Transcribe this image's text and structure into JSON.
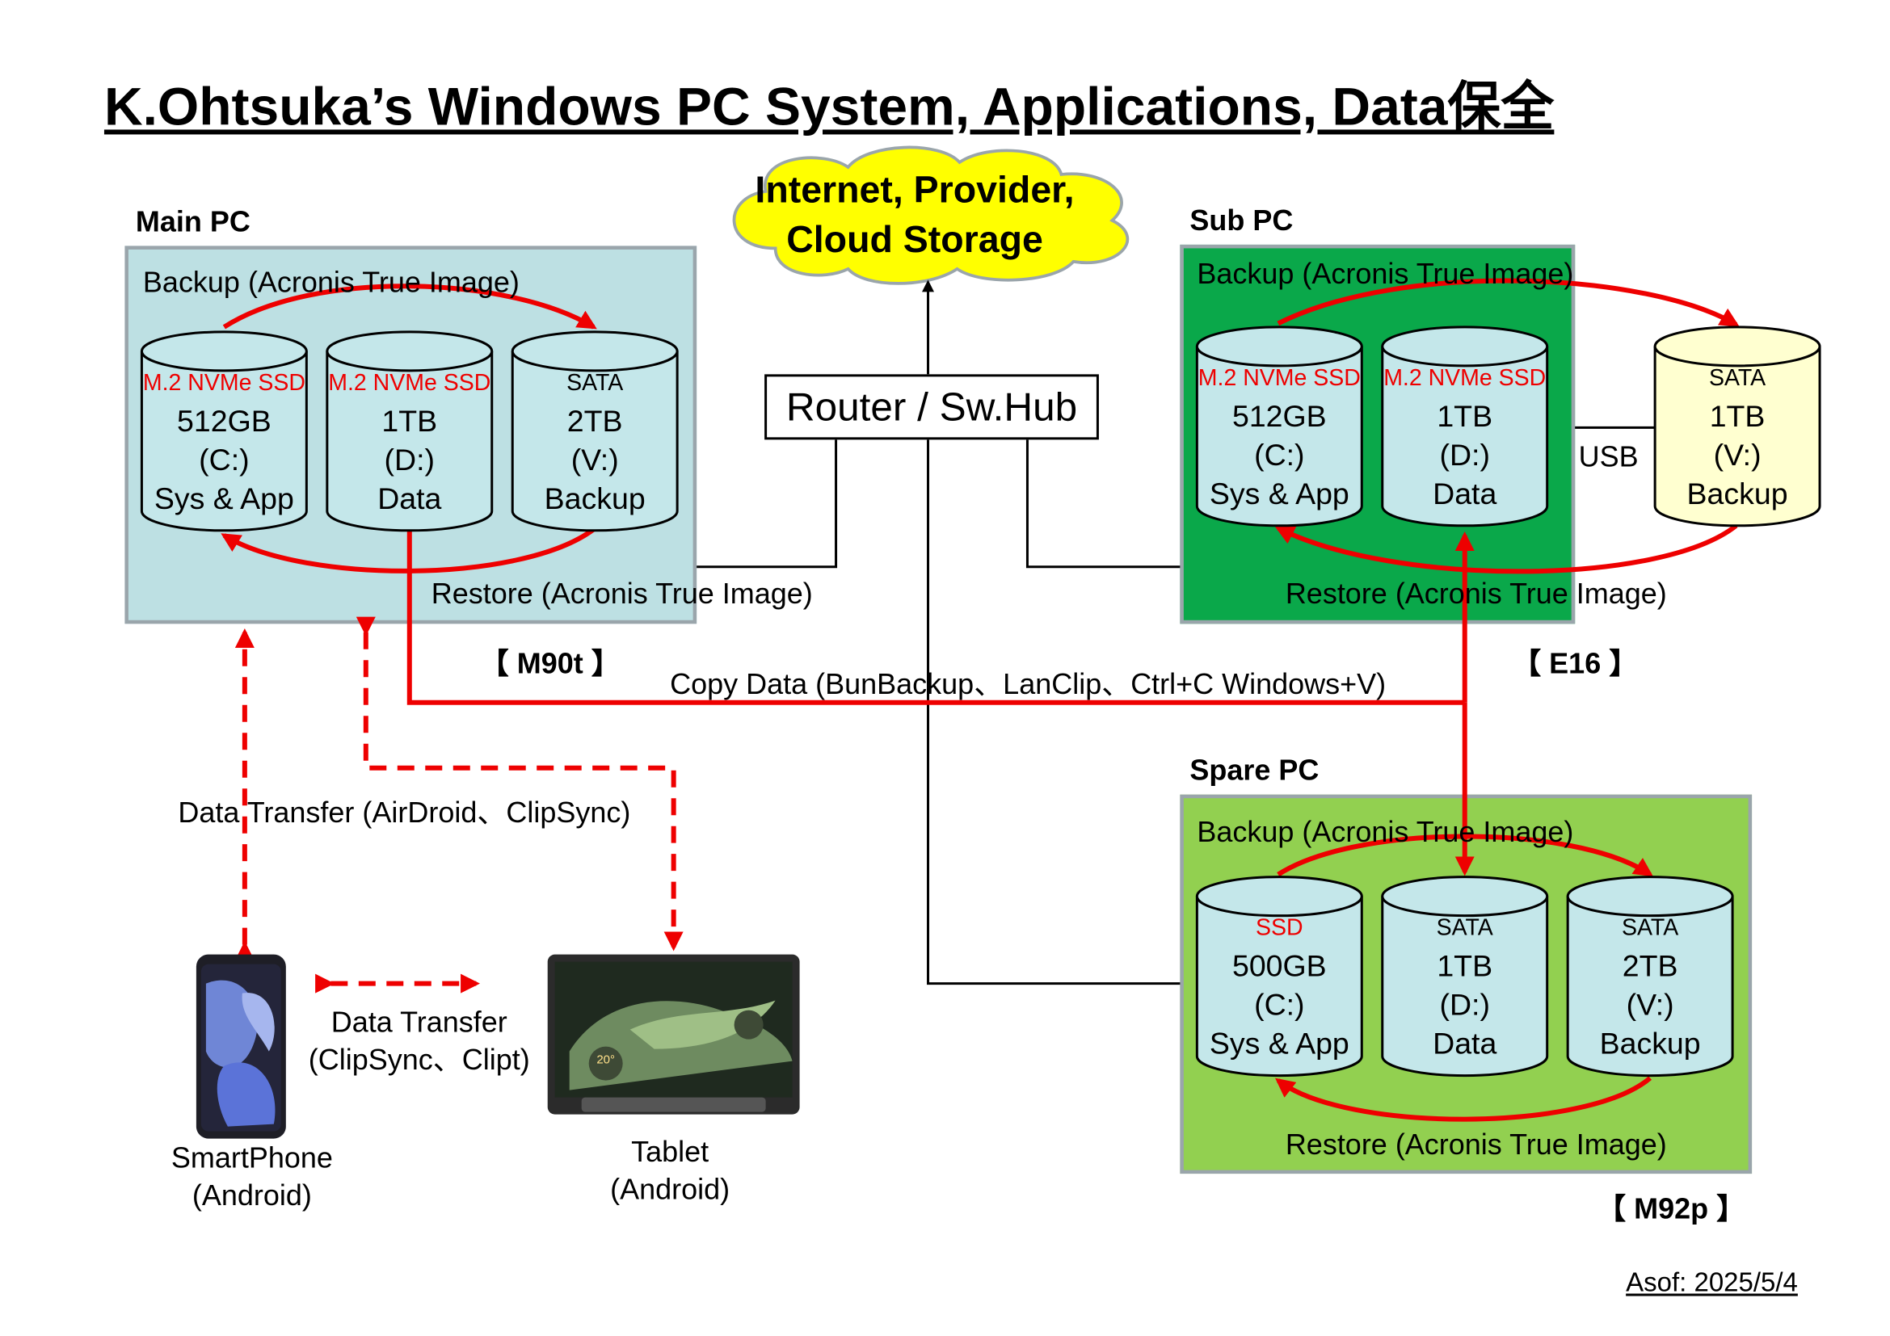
{
  "title": "K.Ohtsuka’s Windows PC System, Applications, Data保全",
  "cloud": {
    "line1": "Internet, Provider,",
    "line2": "Cloud Storage"
  },
  "router": "Router / Sw.Hub",
  "colors": {
    "arrow": "#ee0000",
    "main_box": "#bde0e3",
    "sub_box": "#0aa84a",
    "spare_box": "#92d050",
    "cloud": "#ffff00",
    "drive_blue": "#c4e7ea",
    "drive_yellow": "#ffffd0"
  },
  "main_pc": {
    "label": "Main PC",
    "model": "【 M90t 】",
    "backup": "Backup (Acronis True Image)",
    "restore": "Restore (Acronis True Image)",
    "drives": [
      {
        "type": "M.2 NVMe SSD",
        "size": "512GB",
        "letter": "(C:)",
        "use": "Sys & App"
      },
      {
        "type": "M.2 NVMe SSD",
        "size": "1TB",
        "letter": "(D:)",
        "use": "Data"
      },
      {
        "type": "SATA",
        "size": "2TB",
        "letter": "(V:)",
        "use": "Backup"
      }
    ]
  },
  "sub_pc": {
    "label": "Sub PC",
    "model": "【 E16 】",
    "backup": "Backup (Acronis True Image)",
    "restore": "Restore (Acronis True Image)",
    "usb": "USB",
    "drives": [
      {
        "type": "M.2 NVMe SSD",
        "size": "512GB",
        "letter": "(C:)",
        "use": "Sys & App"
      },
      {
        "type": "M.2 NVMe SSD",
        "size": "1TB",
        "letter": "(D:)",
        "use": "Data"
      },
      {
        "type": "SATA",
        "size": "1TB",
        "letter": "(V:)",
        "use": "Backup"
      }
    ]
  },
  "spare_pc": {
    "label": "Spare PC",
    "model": "【 M92p 】",
    "backup": "Backup (Acronis True Image)",
    "restore": "Restore (Acronis True Image)",
    "drives": [
      {
        "type": "SSD",
        "size": "500GB",
        "letter": "(C:)",
        "use": "Sys & App"
      },
      {
        "type": "SATA",
        "size": "1TB",
        "letter": "(D:)",
        "use": "Data"
      },
      {
        "type": "SATA",
        "size": "2TB",
        "letter": "(V:)",
        "use": "Backup"
      }
    ]
  },
  "copy_data": "Copy Data (BunBackup、LanClip、Ctrl+C  Windows+V)",
  "data_transfer_main": "Data Transfer (AirDroid、ClipSync)",
  "data_transfer_devices": {
    "line1": "Data Transfer",
    "line2": "(ClipSync、Clipt)"
  },
  "tablet_screen": "20°",
  "smartphone": {
    "line1": "SmartPhone",
    "line2": "(Android)"
  },
  "tablet": {
    "line1": "Tablet",
    "line2": "(Android)"
  },
  "asof": "Asof: 2025/5/4"
}
